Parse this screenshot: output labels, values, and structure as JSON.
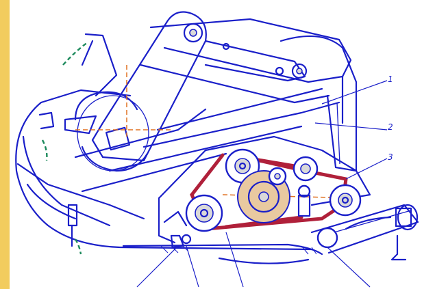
{
  "figure": {
    "callouts": [
      {
        "id": "callout-1",
        "label": "1"
      },
      {
        "id": "callout-2",
        "label": "2"
      },
      {
        "id": "callout-3",
        "label": "3"
      }
    ],
    "colors": {
      "frame_background": "#f2cc5e",
      "paper": "#ffffff",
      "line": "#1a1fc9",
      "belt": "#b0203a",
      "center_line": "#e07020",
      "grain_path": "#1c8a5c",
      "gear_fill": "#e9c9a0"
    }
  }
}
